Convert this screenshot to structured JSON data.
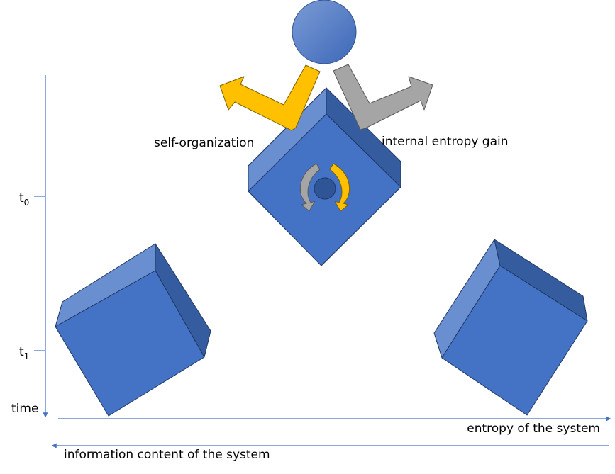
{
  "labels": {
    "self_organization": "self-organization",
    "internal_entropy_gain": "internal entropy gain",
    "t0_base": "t",
    "t0_sub": "0",
    "t1_base": "t",
    "t1_sub": "1",
    "time": "time",
    "entropy_axis": "entropy of the system",
    "information_axis": "information content of the system"
  },
  "colors": {
    "cube_front": "#4472c4",
    "cube_light": "#6a8fd0",
    "cube_dark": "#355c9e",
    "axis": "#4472c4",
    "self_organization_arrow": "#ffc000",
    "entropy_arrow": "#a5a5a5"
  }
}
